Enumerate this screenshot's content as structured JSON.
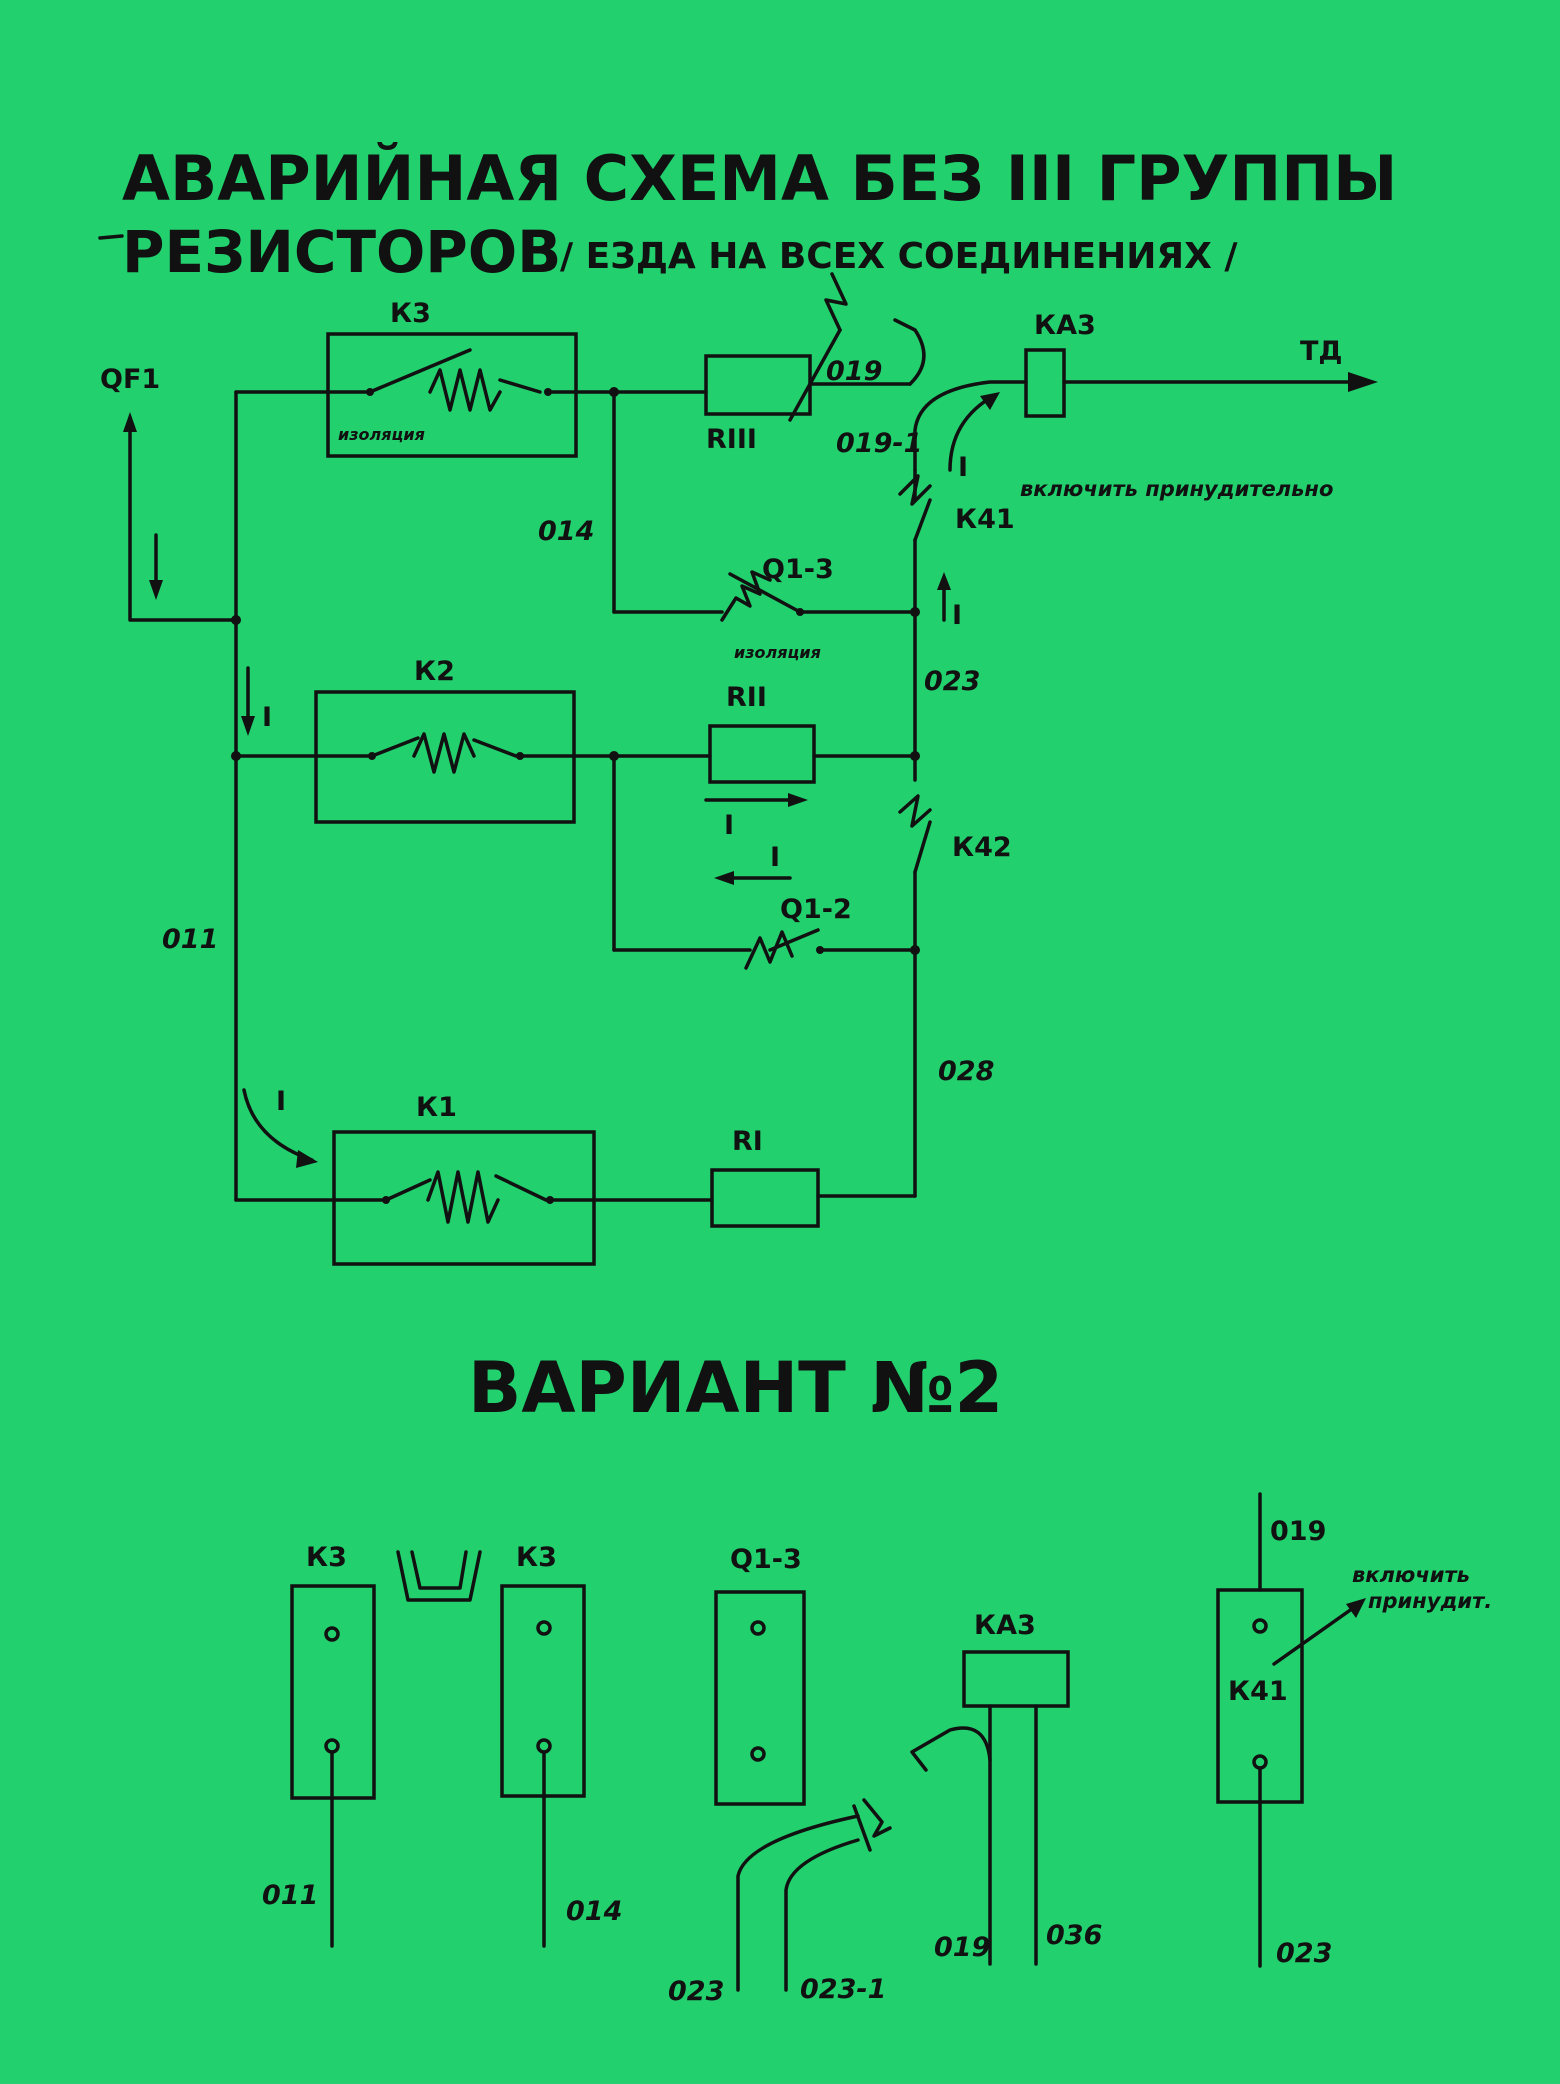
{
  "title": {
    "line1": "АВАРИЙНАЯ СХЕМА БЕЗ III ГРУППЫ",
    "line2": "РЕЗИСТОРОВ",
    "line2_note": "/ ЕЗДА НА ВСЕХ СОЕДИНЕНИЯХ /"
  },
  "scheme1": {
    "labels": {
      "qf1": "QF1",
      "k3": "К3",
      "k2": "К2",
      "k1": "К1",
      "r3": "RIII",
      "r2": "RII",
      "r1": "RI",
      "ka3": "КА3",
      "td": "ТД",
      "k41": "К41",
      "k42": "К42",
      "q13": "Q1-3",
      "q12": "Q1-2",
      "w019": "019",
      "w019_1": "019-1",
      "w014": "014",
      "w023": "023",
      "w011": "011",
      "w028": "028",
      "isolation_k3": "изоляция",
      "isolation_q13": "изоляция",
      "force_on": "включить принудительно",
      "current": "I"
    }
  },
  "variant_title": "ВАРИАНТ №2",
  "scheme2": {
    "labels": {
      "k3a": "К3",
      "k3b": "К3",
      "q13": "Q1-3",
      "ka3": "КА3",
      "k41": "К41",
      "w011": "011",
      "w014": "014",
      "w023": "023",
      "w023_1": "023-1",
      "w019a": "019",
      "w036": "036",
      "w019b": "019",
      "w023b": "023",
      "force_on_1": "включить",
      "force_on_2": "принудит."
    }
  }
}
